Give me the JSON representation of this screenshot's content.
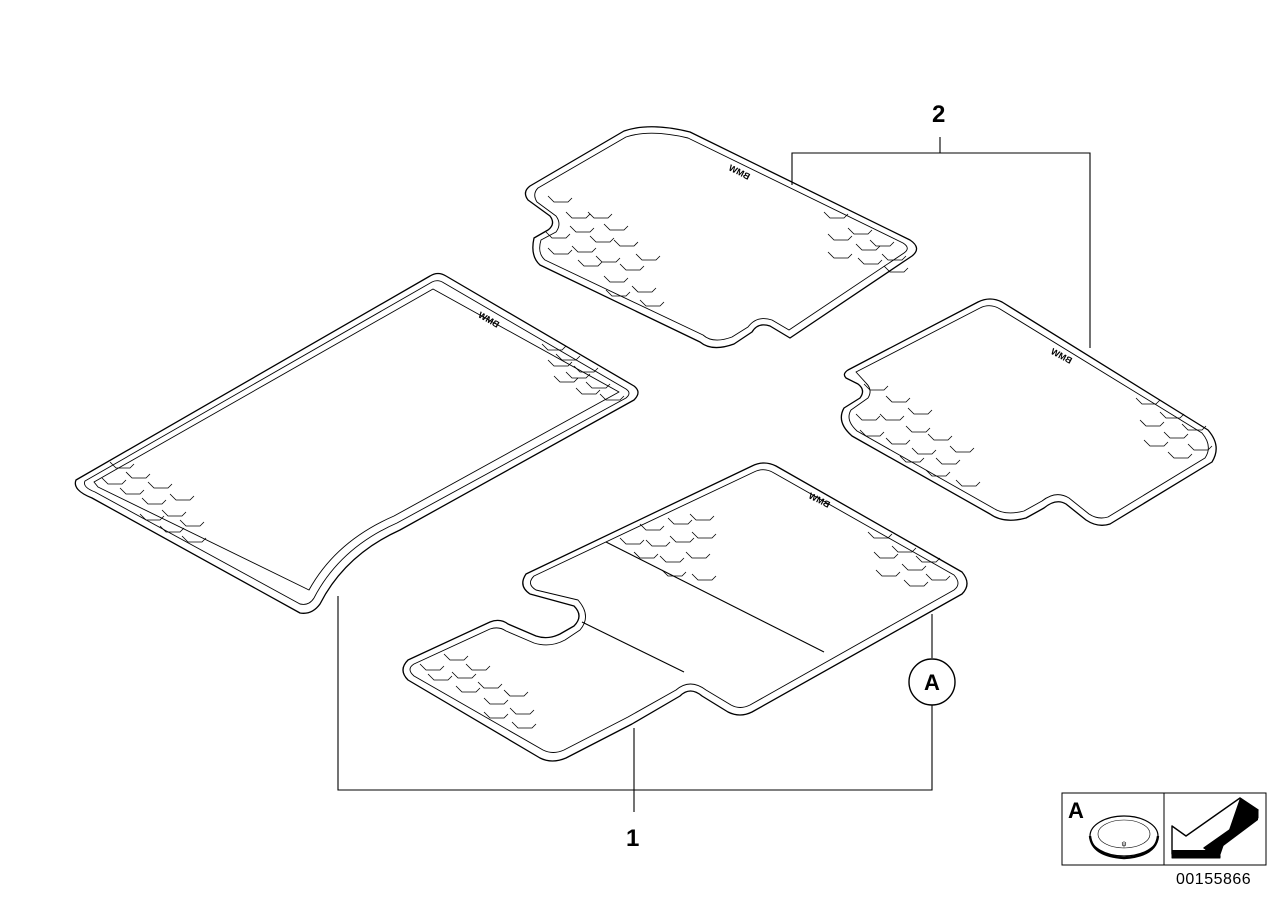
{
  "callouts": {
    "part_1": "1",
    "part_2": "2",
    "detail_a": "A"
  },
  "mats": [
    {
      "name": "rear-left-floor-mat",
      "logo": "BMW"
    },
    {
      "name": "front-passenger-floor-mat",
      "logo": "BMW"
    },
    {
      "name": "rear-right-floor-mat",
      "logo": "BMW"
    },
    {
      "name": "driver-floor-mat",
      "logo": "BMW"
    }
  ],
  "legend": {
    "label": "A",
    "fastener_icon": "round-clip-icon",
    "arrow_icon": "direction-arrow-icon"
  },
  "diagram_id": "00155866"
}
